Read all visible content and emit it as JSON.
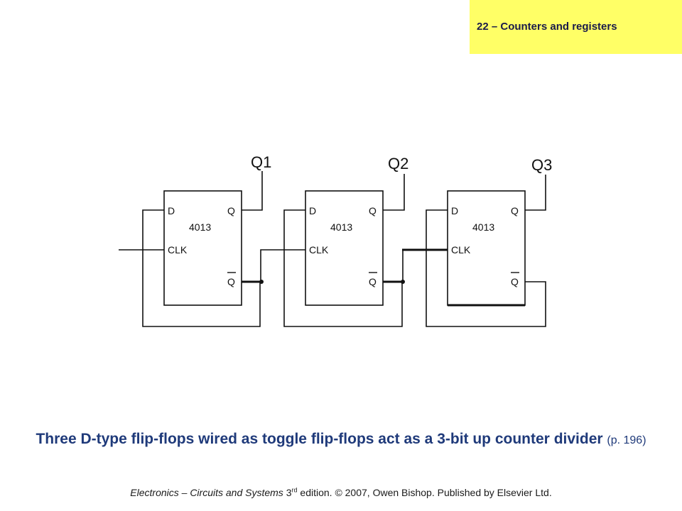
{
  "header": {
    "chapter_title": "22 – Counters and registers"
  },
  "diagram": {
    "outputs": [
      "Q1",
      "Q2",
      "Q3"
    ],
    "flip_flops": [
      {
        "chip": "4013",
        "d_label": "D",
        "clk_label": "CLK",
        "q_label": "Q",
        "qbar_label": "Q"
      },
      {
        "chip": "4013",
        "d_label": "D",
        "clk_label": "CLK",
        "q_label": "Q",
        "qbar_label": "Q"
      },
      {
        "chip": "4013",
        "d_label": "D",
        "clk_label": "CLK",
        "q_label": "Q",
        "qbar_label": "Q"
      }
    ]
  },
  "caption": {
    "text": "Three D-type flip-flops wired as toggle flip-flops act as a 3-bit up counter divider",
    "page_ref": "(p. 196)"
  },
  "footer": {
    "book_title": "Electronics – Circuits and Systems",
    "edition_num": "3",
    "edition_sup": "rd",
    "rest": "edition. © 2007, Owen Bishop. Published by Elsevier Ltd."
  }
}
